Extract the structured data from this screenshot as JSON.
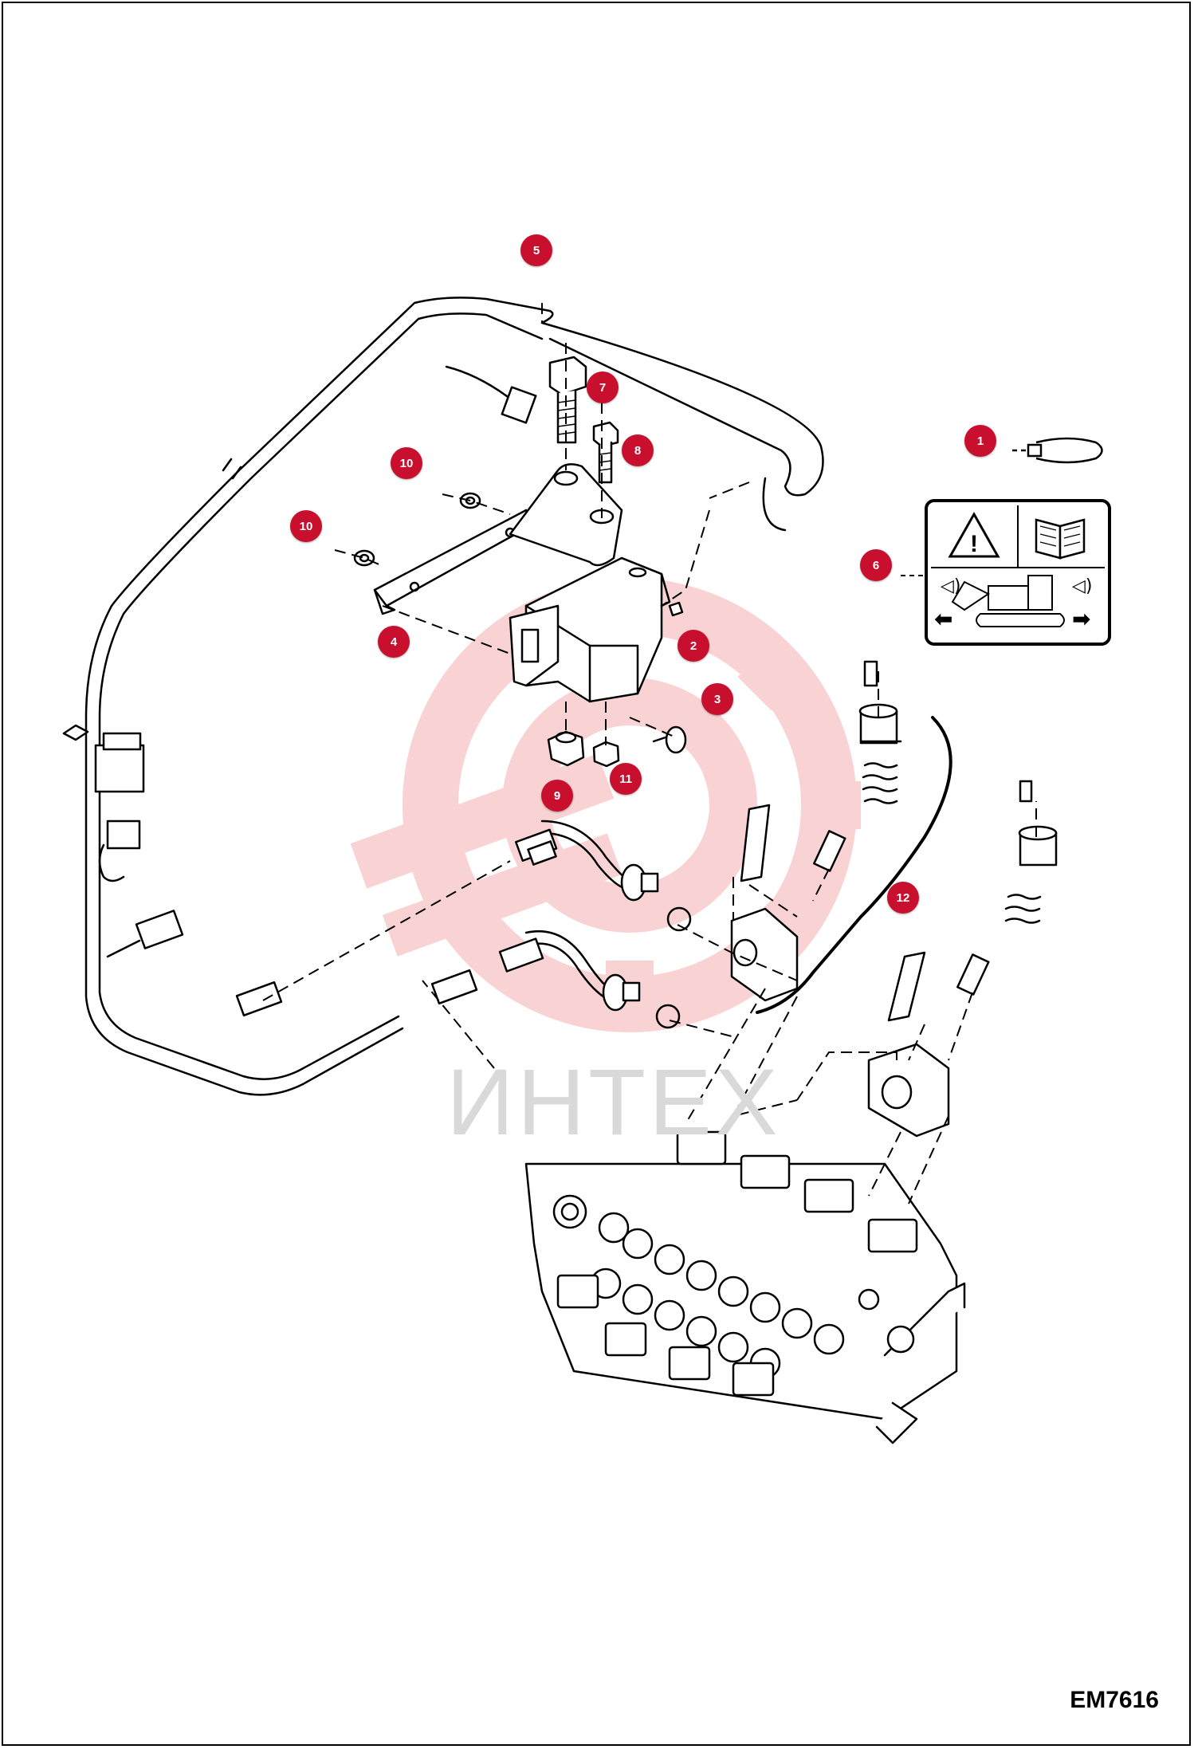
{
  "drawing_code": "EM7616",
  "watermark_text": "ИНТЕХ",
  "colors": {
    "callout": "#c8102e",
    "watermark": "#f4b6b6",
    "line": "#000000"
  },
  "callouts": [
    {
      "id": "c1",
      "label": "1"
    },
    {
      "id": "c2",
      "label": "2"
    },
    {
      "id": "c3",
      "label": "3"
    },
    {
      "id": "c4",
      "label": "4"
    },
    {
      "id": "c5",
      "label": "5"
    },
    {
      "id": "c6",
      "label": "6"
    },
    {
      "id": "c7",
      "label": "7"
    },
    {
      "id": "c8",
      "label": "8"
    },
    {
      "id": "c9",
      "label": "9"
    },
    {
      "id": "c10a",
      "label": "10"
    },
    {
      "id": "c10b",
      "label": "10"
    },
    {
      "id": "c11",
      "label": "11"
    },
    {
      "id": "c12",
      "label": "12"
    }
  ],
  "icons": [
    "warning-triangle-icon",
    "manual-book-icon",
    "excavator-icon",
    "sound-left-icon",
    "sound-right-icon",
    "arrow-left-icon",
    "arrow-right-icon"
  ]
}
